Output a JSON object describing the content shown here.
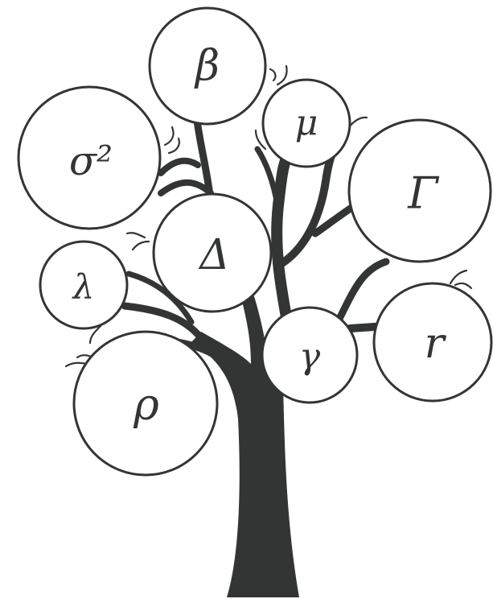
{
  "nodes": [
    {
      "id": "beta",
      "label": "β"
    },
    {
      "id": "mu",
      "label": "μ"
    },
    {
      "id": "sigma2",
      "label": "σ²"
    },
    {
      "id": "gamma-upper",
      "label": "Γ"
    },
    {
      "id": "delta",
      "label": "Δ"
    },
    {
      "id": "lambda",
      "label": "λ"
    },
    {
      "id": "gamma-lower",
      "label": "γ"
    },
    {
      "id": "r",
      "label": "r"
    },
    {
      "id": "rho",
      "label": "ρ"
    }
  ],
  "colors": {
    "ink": "#333535",
    "background": "#ffffff"
  }
}
